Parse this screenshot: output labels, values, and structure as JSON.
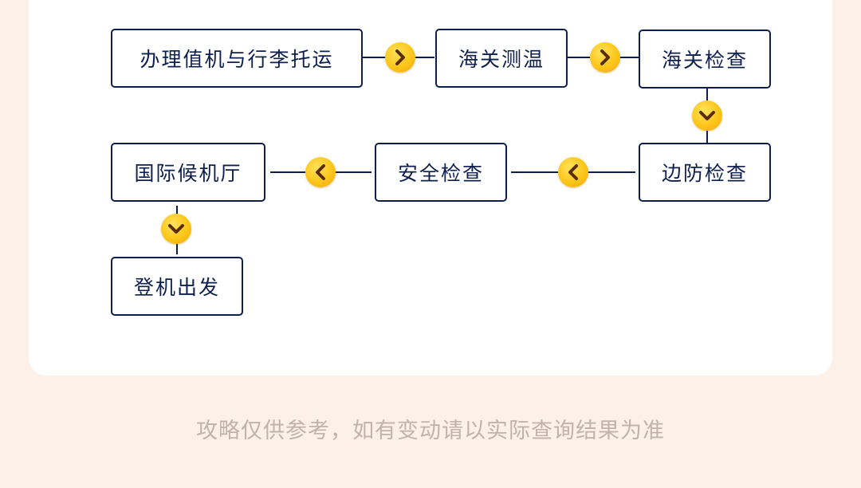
{
  "steps": [
    "办理值机与行李托运",
    "海关测温",
    "海关检查",
    "边防检查",
    "安全检查",
    "国际候机厅",
    "登机出发"
  ],
  "connectors": [
    {
      "from": 0,
      "to": 1,
      "icon": "chevron-right-icon"
    },
    {
      "from": 1,
      "to": 2,
      "icon": "chevron-right-icon"
    },
    {
      "from": 2,
      "to": 3,
      "icon": "chevron-down-icon"
    },
    {
      "from": 3,
      "to": 4,
      "icon": "chevron-left-icon"
    },
    {
      "from": 4,
      "to": 5,
      "icon": "chevron-left-icon"
    },
    {
      "from": 5,
      "to": 6,
      "icon": "chevron-down-icon"
    }
  ],
  "footnote": "攻略仅供参考，如有变动请以实际查询结果为准",
  "colors": {
    "background": "#fdf0e6",
    "card": "#ffffff",
    "step_border": "#0e1f4d",
    "step_text": "#0e1f4d",
    "arrow_fill": "#fcc518",
    "arrow_glyph": "#5a2d00",
    "footnote_text": "#c2b3aa"
  }
}
